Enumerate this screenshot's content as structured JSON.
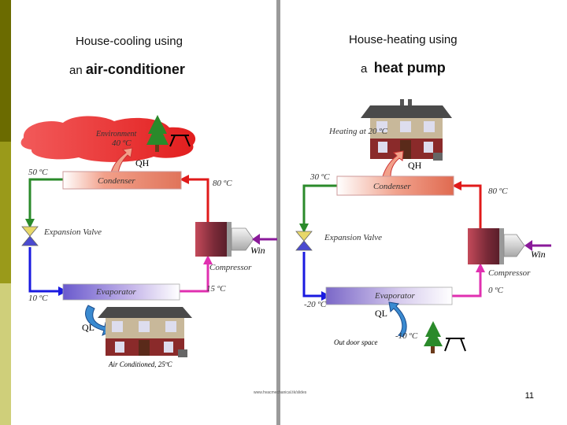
{
  "titles": {
    "left_line1": "House-cooling using",
    "left_line2_prefix": "an",
    "left_line2_bold": "air-conditioner",
    "right_line1": "House-heating using",
    "right_line2_prefix": "a",
    "right_line2_bold": "heat pump"
  },
  "left": {
    "environment": "Environment",
    "env_temp": "40 ºC",
    "qh": "QH",
    "condenser_in_temp": "50 ºC",
    "condenser": "Condenser",
    "compressor_out_temp": "80 ºC",
    "expansion_valve": "Expansion Valve",
    "win": "Win",
    "compressor": "Compressor",
    "evaporator": "Evaporator",
    "evap_out_temp": "15 ºC",
    "evap_in_temp": "10 ºC",
    "ql": "QL",
    "house_label": "Air Conditioned, 25ºC"
  },
  "right": {
    "heating": "Heating at 20 ºC",
    "qh": "QH",
    "condenser_in_temp": "30 ºC",
    "condenser": "Condenser",
    "compressor_out_temp": "80 ºC",
    "expansion_valve": "Expansion Valve",
    "win": "Win",
    "compressor": "Compressor",
    "evap_in_temp": "-20 ºC",
    "evaporator": "Evaporator",
    "evap_out_temp": "0 ºC",
    "ql": "QL",
    "outdoor_temp": "-10 ºC",
    "outdoor": "Out door space"
  },
  "footer": "www.hvacmechanical.tk/slides",
  "page_number": "11"
}
